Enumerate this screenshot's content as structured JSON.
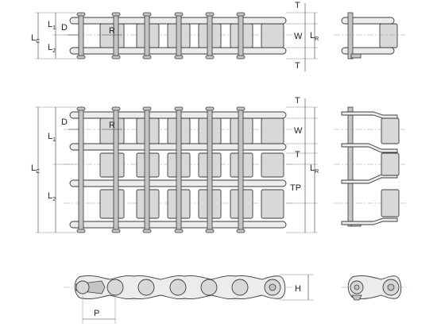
{
  "labels": {
    "lc": "L",
    "lc_sub": "C",
    "l1": "L",
    "l1_sub": "1",
    "l2": "L",
    "l2_sub": "2",
    "d": "D",
    "r": "R",
    "w": "W",
    "lr": "L",
    "lr_sub": "R",
    "t": "T",
    "tp": "TP",
    "h": "H",
    "p": "P"
  }
}
